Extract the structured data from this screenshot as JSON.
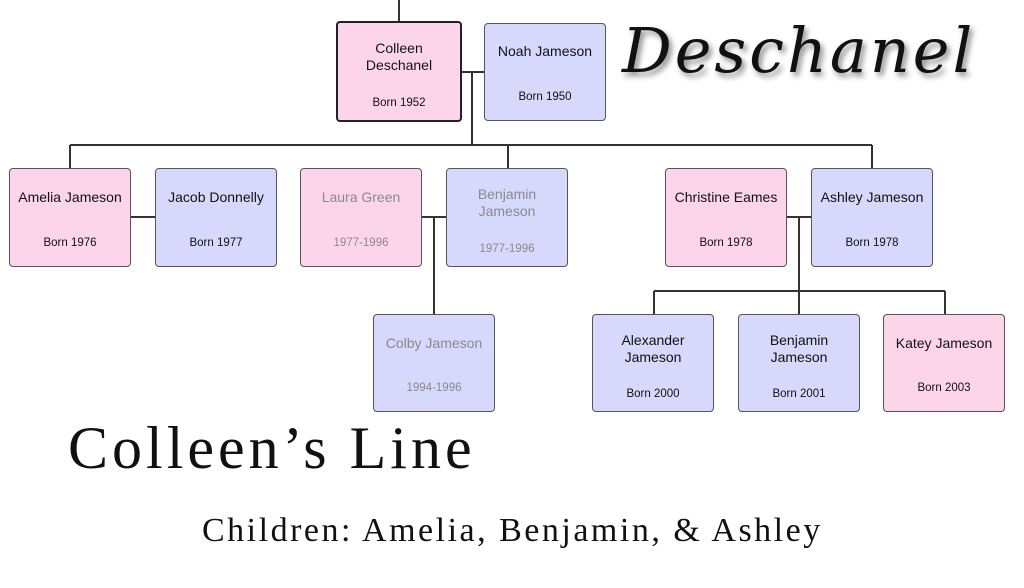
{
  "family_title": "Deschanel",
  "line_title": "Colleen’s Line",
  "children_caption": "Children: Amelia, Benjamin, & Ashley",
  "colors": {
    "female": "#fdd5ea",
    "male": "#d6d9fb",
    "connector": "#333333",
    "faded_text": "#8a8a8a"
  },
  "people": {
    "colleen": {
      "name": "Colleen Deschanel",
      "dates": "Born 1952"
    },
    "noah": {
      "name": "Noah Jameson",
      "dates": "Born 1950"
    },
    "amelia": {
      "name": "Amelia Jameson",
      "dates": "Born 1976"
    },
    "jacob": {
      "name": "Jacob Donnelly",
      "dates": "Born 1977"
    },
    "laura": {
      "name": "Laura Green",
      "dates": "1977-1996"
    },
    "benjamin": {
      "name": "Benjamin Jameson",
      "dates": "1977-1996"
    },
    "christine": {
      "name": "Christine Eames",
      "dates": "Born 1978"
    },
    "ashley": {
      "name": "Ashley Jameson",
      "dates": "Born 1978"
    },
    "colby": {
      "name": "Colby Jameson",
      "dates": "1994-1996"
    },
    "alexander": {
      "name": "Alexander Jameson",
      "dates": "Born 2000"
    },
    "benjamin2": {
      "name": "Benjamin Jameson",
      "dates": "Born 2001"
    },
    "katey": {
      "name": "Katey Jameson",
      "dates": "Born 2003"
    }
  }
}
